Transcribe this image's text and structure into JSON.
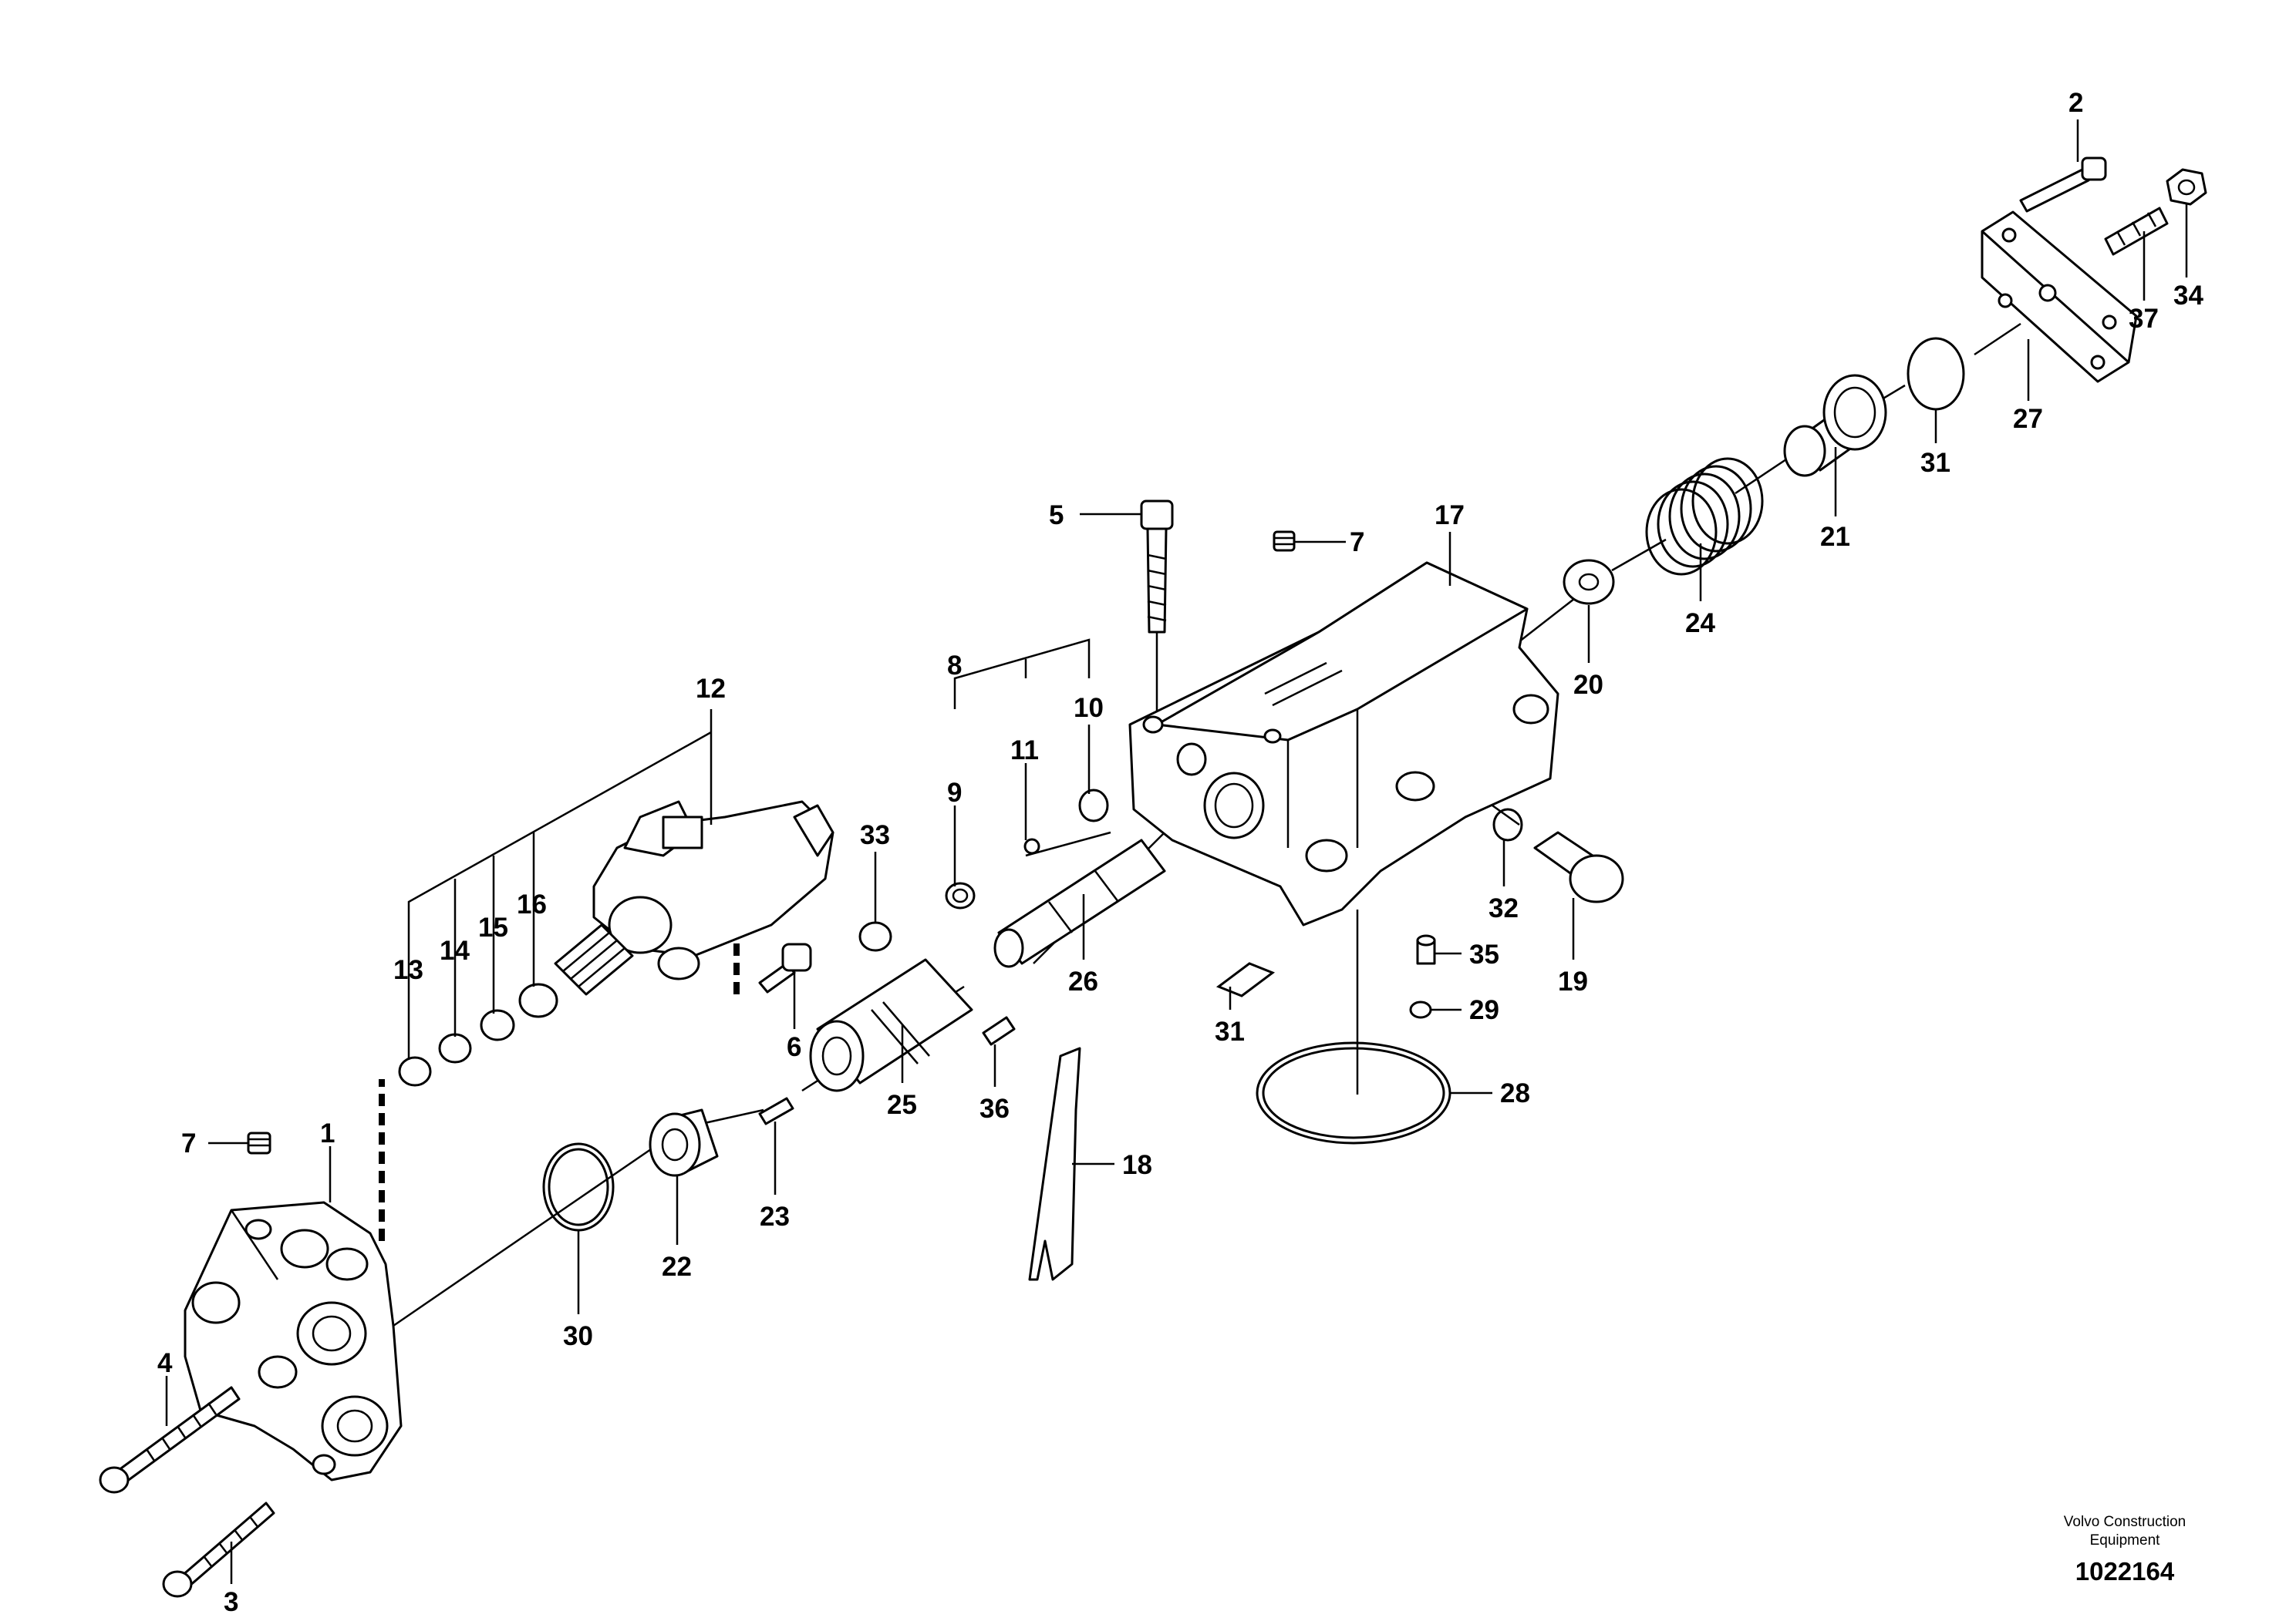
{
  "diagram": {
    "part_labels": [
      "1",
      "2",
      "3",
      "4",
      "5",
      "6",
      "7",
      "7",
      "8",
      "9",
      "10",
      "11",
      "12",
      "13",
      "14",
      "15",
      "16",
      "17",
      "18",
      "19",
      "20",
      "21",
      "22",
      "23",
      "24",
      "25",
      "26",
      "27",
      "28",
      "29",
      "30",
      "31",
      "31",
      "32",
      "33",
      "34",
      "35",
      "36",
      "37"
    ]
  },
  "footer": {
    "brand_line1": "Volvo Construction",
    "brand_line2": "Equipment",
    "doc_number": "1022164"
  }
}
